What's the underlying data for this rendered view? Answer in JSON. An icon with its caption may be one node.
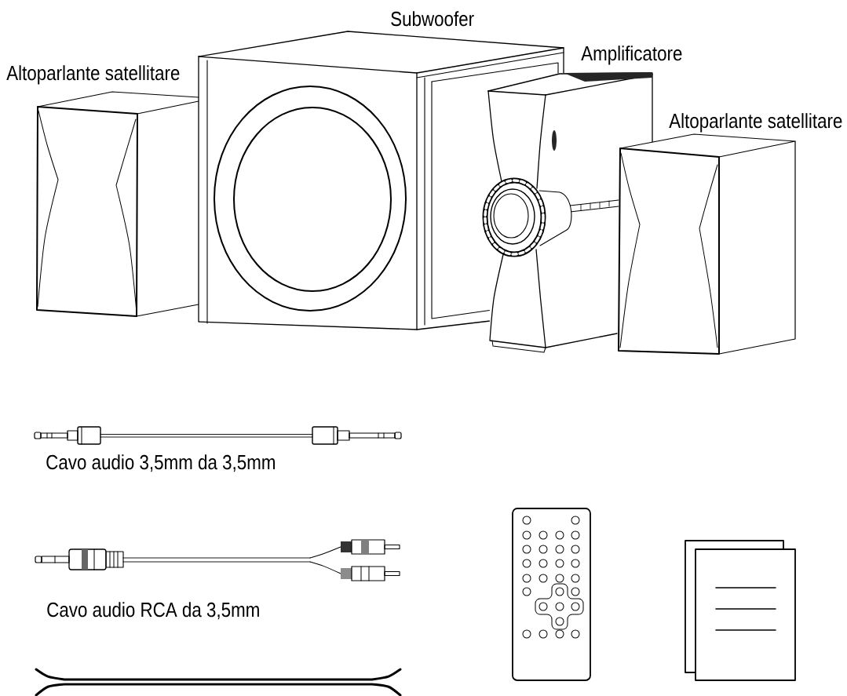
{
  "diagram": {
    "labels": [
      "Subwoofer",
      "Amplificatore",
      "Altoparlante satellitare",
      "Altoparlante satellitare",
      "Cavo audio 3,5mm da 3,5mm",
      "Cavo audio RCA da 3,5mm"
    ]
  }
}
